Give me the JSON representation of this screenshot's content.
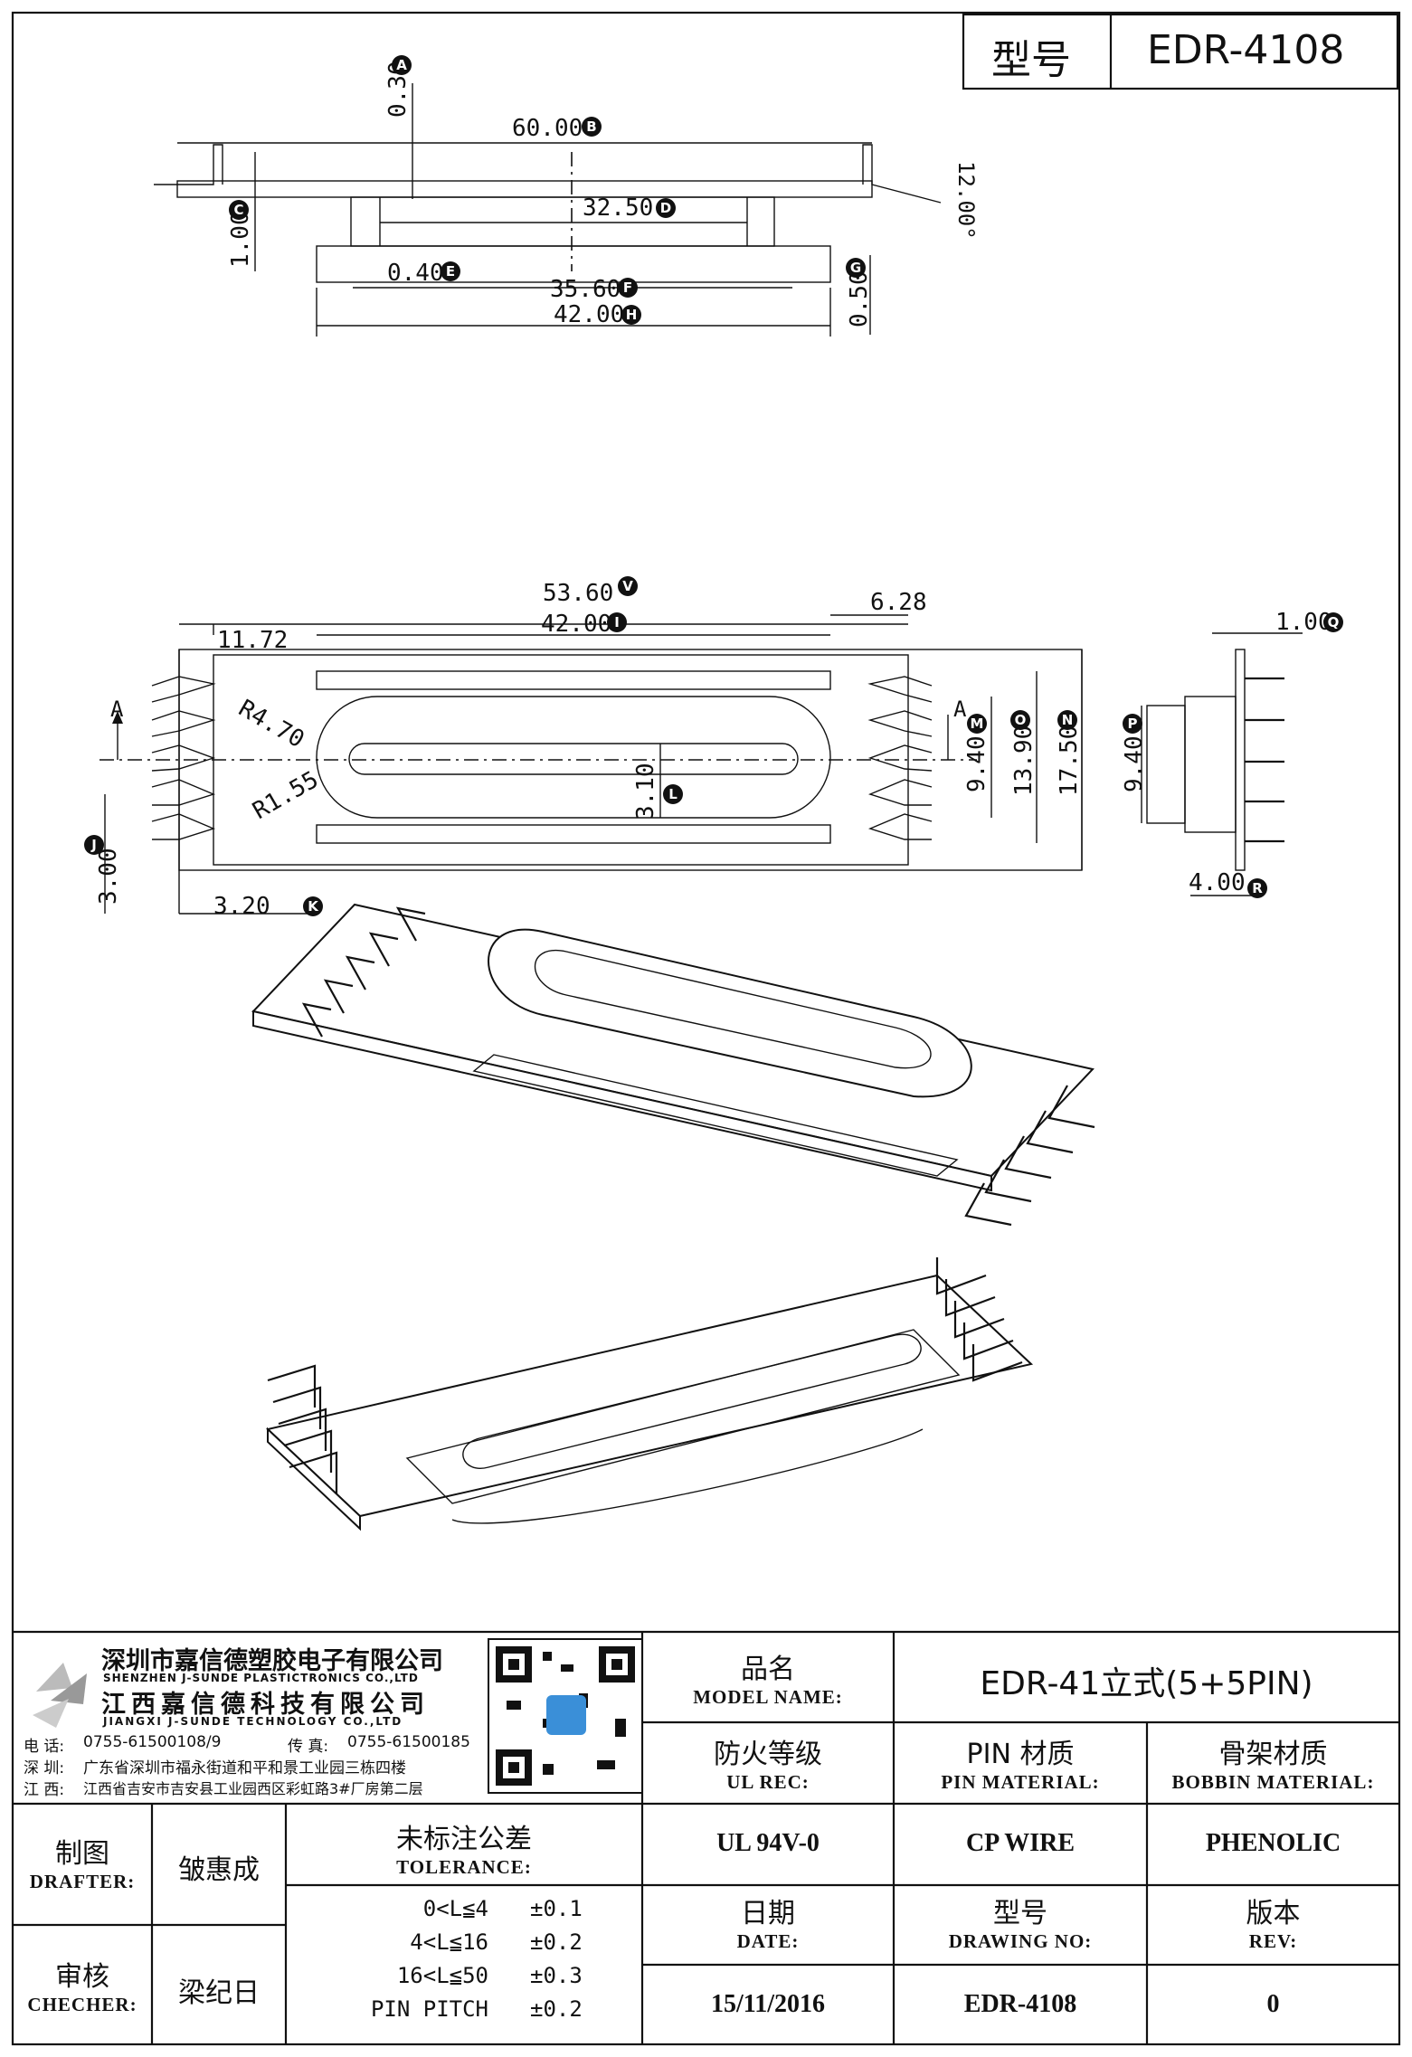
{
  "header": {
    "type_label": "型号",
    "model_code": "EDR-4108"
  },
  "side_view": {
    "dims": [
      "0.30",
      "60.00",
      "1.00",
      "32.50",
      "0.40",
      "35.60",
      "42.00",
      "0.50",
      "12.00°"
    ],
    "markers": [
      "A",
      "B",
      "C",
      "D",
      "E",
      "F",
      "H",
      "G"
    ]
  },
  "top_view": {
    "dims": [
      "53.60",
      "6.28",
      "11.72",
      "42.00",
      "R4.70",
      "R1.55",
      "9.40",
      "13.90",
      "17.50",
      "3.10",
      "3.00",
      "3.20"
    ],
    "markers": [
      "V",
      "I",
      "M",
      "O",
      "N",
      "L",
      "J",
      "K"
    ],
    "section_mark": "A"
  },
  "end_view": {
    "dims": [
      "1.00",
      "9.40",
      "4.00"
    ],
    "markers": [
      "Q",
      "P",
      "R"
    ]
  },
  "company": {
    "name_sz": "深圳市嘉信德塑胶电子有限公司",
    "name_sz_en": "SHENZHEN J-SUNDE PLASTICTRONICS CO.,LTD",
    "name_jx": "江西嘉信德科技有限公司",
    "name_jx_en": "JIANGXI J-SUNDE TECHNOLOGY CO.,LTD",
    "phone_label": "电 话:",
    "phone": "0755-61500108/9",
    "fax_label": "传 真:",
    "fax": "0755-61500185",
    "sz_addr_label": "深 圳:",
    "sz_addr": "广东省深圳市福永街道和平和景工业园三栋四楼",
    "jx_addr_label": "江 西:",
    "jx_addr": "江西省吉安市吉安县工业园西区彩虹路3#厂房第二层"
  },
  "title_block": {
    "model_name_cn": "品名",
    "model_name_en": "MODEL NAME:",
    "model_name_value": "EDR-41立式(5+5PIN)",
    "ul_cn": "防火等级",
    "ul_en": "UL REC:",
    "pin_cn": "PIN 材质",
    "pin_en": "PIN MATERIAL:",
    "bobbin_cn": "骨架材质",
    "bobbin_en": "BOBBIN MATERIAL:",
    "ul_value": "UL 94V-0",
    "pin_value": "CP WIRE",
    "bobbin_value": "PHENOLIC",
    "drafter_cn": "制图",
    "drafter_en": "DRAFTER:",
    "drafter_name": "皱惠成",
    "checker_cn": "审核",
    "checker_en": "CHECHER:",
    "checker_name": "梁纪日",
    "tol_cn": "未标注公差",
    "tol_en": "TOLERANCE:",
    "tolerances": [
      {
        "range": "0<L≦4",
        "value": "±0.1"
      },
      {
        "range": "4<L≦16",
        "value": "±0.2"
      },
      {
        "range": "16<L≦50",
        "value": "±0.3"
      },
      {
        "range": "PIN PITCH",
        "value": "±0.2"
      }
    ],
    "date_cn": "日期",
    "date_en": "DATE:",
    "dwg_cn": "型号",
    "dwg_en": "DRAWING NO:",
    "rev_cn": "版本",
    "rev_en": "REV:",
    "date_value": "15/11/2016",
    "dwg_value": "EDR-4108",
    "rev_value": "0"
  }
}
